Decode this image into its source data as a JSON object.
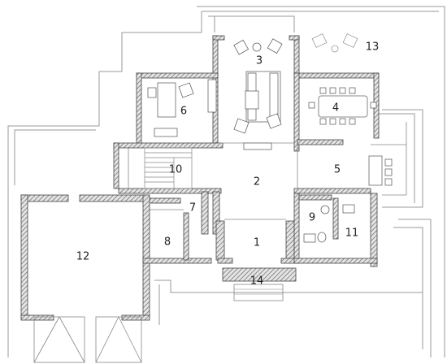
{
  "colors": {
    "wall": "#555555",
    "hatch": "#bbbbbb",
    "thin_line": "#999999",
    "furniture": "#777777",
    "text": "#222222",
    "background": "#ffffff"
  },
  "rooms": [
    {
      "id": "1",
      "label": "1"
    },
    {
      "id": "2",
      "label": "2"
    },
    {
      "id": "3",
      "label": "3"
    },
    {
      "id": "4",
      "label": "4"
    },
    {
      "id": "5",
      "label": "5"
    },
    {
      "id": "6",
      "label": "6"
    },
    {
      "id": "7",
      "label": "7"
    },
    {
      "id": "8",
      "label": "8"
    },
    {
      "id": "9",
      "label": "9"
    },
    {
      "id": "10",
      "label": "10"
    },
    {
      "id": "11",
      "label": "11"
    },
    {
      "id": "12",
      "label": "12"
    },
    {
      "id": "13",
      "label": "13"
    },
    {
      "id": "14",
      "label": "14"
    }
  ]
}
